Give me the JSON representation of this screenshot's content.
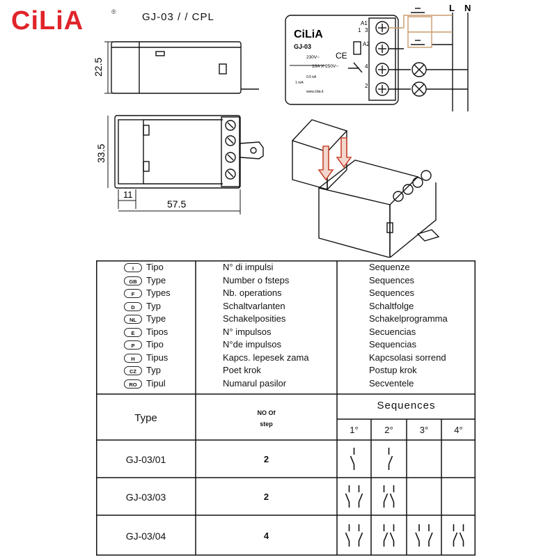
{
  "brand": {
    "logo_text": "CiLiA",
    "registered_mark": "®",
    "model_title": "GJ-03  / / CPL",
    "colors": {
      "logo_red": "#e0242b",
      "arrow_red": "#c8462e",
      "wire_tan": "#c79a6a"
    }
  },
  "drawing": {
    "dim_height_side": "22.5",
    "dim_height_top": "33.5",
    "dim_small_width": "11",
    "dim_total_width": "57.5"
  },
  "wiring": {
    "label_L": "L",
    "label_N": "N",
    "device_logo": "CiLiA",
    "device_model": "GJ-03",
    "terminal_A1": "A1",
    "terminal_A2": "A2",
    "terminal_1": "1",
    "terminal_3": "3",
    "terminal_4": "4",
    "terminal_2": "2",
    "rating_coil": "230V~",
    "rating_contact": "10A X 250V~",
    "ce_mark": "CE",
    "small_print_a": "0.5 kA",
    "small_print_b": "1 mA",
    "footer_url": "www.cilia.it"
  },
  "table": {
    "languages": [
      {
        "code": "I",
        "type": "Tipo",
        "steps": "N° di impulsi",
        "sequences": "Sequenze"
      },
      {
        "code": "GB",
        "type": "Type",
        "steps": "Number o fsteps",
        "sequences": "Sequences"
      },
      {
        "code": "F",
        "type": "Types",
        "steps": "Nb. operations",
        "sequences": "Sequences"
      },
      {
        "code": "D",
        "type": "Typ",
        "steps": "Schaltvarlanten",
        "sequences": "Schaltfolge"
      },
      {
        "code": "NL",
        "type": "Type",
        "steps": "Schakelposities",
        "sequences": "Schakelprogramma"
      },
      {
        "code": "E",
        "type": "Tipos",
        "steps": "N° impulsos",
        "sequences": "Secuencias"
      },
      {
        "code": "P",
        "type": "Tipo",
        "steps": "N°de impulsos",
        "sequences": "Sequencias"
      },
      {
        "code": "H",
        "type": "Tipus",
        "steps": "Kapcs. lepesek zama",
        "sequences": "Kapcsolasi sorrend"
      },
      {
        "code": "CZ",
        "type": "Typ",
        "steps": "Poet krok",
        "sequences": "Postup krok"
      },
      {
        "code": "RO",
        "type": "Tipul",
        "steps": "Numarul pasilor",
        "sequences": "Secventele"
      }
    ],
    "header": {
      "type": "Type",
      "steps_line1": "NO Of",
      "steps_line2": "step",
      "sequences": "Sequences",
      "seq_cols": [
        "1°",
        "2°",
        "3°",
        "4°"
      ]
    },
    "rows": [
      {
        "type": "GJ-03/01",
        "steps": "2",
        "sequences": [
          1,
          1,
          0,
          0
        ]
      },
      {
        "type": "GJ-03/03",
        "steps": "2",
        "sequences": [
          2,
          2,
          0,
          0
        ]
      },
      {
        "type": "GJ-03/04",
        "steps": "4",
        "sequences": [
          2,
          2,
          2,
          2
        ]
      }
    ]
  }
}
